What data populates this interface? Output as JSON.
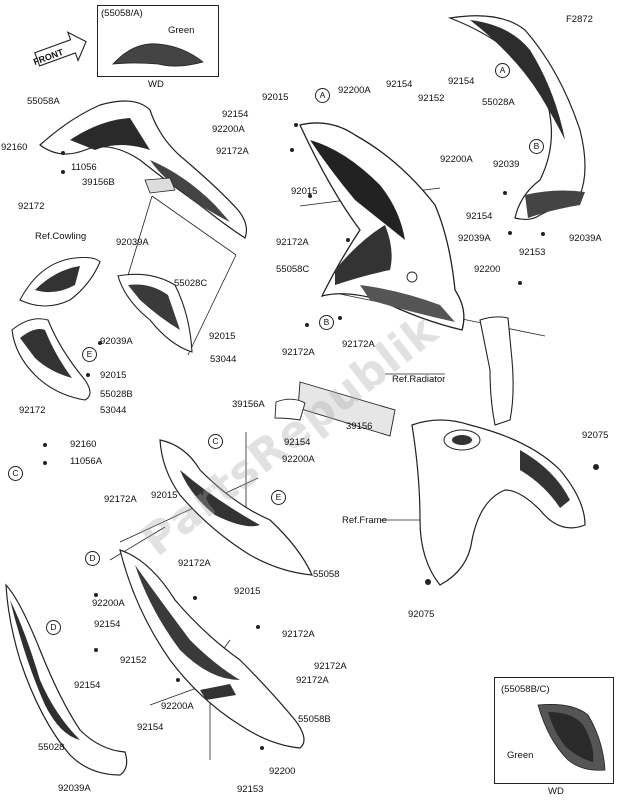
{
  "figure_code": "F2872",
  "front_label": "FRONT",
  "watermark": "PartsRepublik",
  "inset_top": {
    "title": "(55058/A)",
    "color_label": "Green",
    "code": "WD"
  },
  "inset_bottom": {
    "title": "(55058B/C)",
    "color_label": "Green",
    "code": "WD"
  },
  "refs": {
    "cowling": "Ref.Cowling",
    "radiator": "Ref.Radiator",
    "frame": "Ref.Frame"
  },
  "callouts": {
    "a": "A",
    "b": "B",
    "c": "C",
    "d": "D",
    "e": "E"
  },
  "parts": {
    "p55058a": "55058A",
    "p92160": "92160",
    "p11056": "11056",
    "p39156b": "39156B",
    "p92172": "92172",
    "p92154": "92154",
    "p92200a": "92200A",
    "p92015": "92015",
    "p92172a": "92172A",
    "p92152": "92152",
    "p55028a": "55028A",
    "p92039": "92039",
    "p92039a": "92039A",
    "p92153": "92153",
    "p92200": "92200",
    "p55028c": "55028C",
    "p53044": "53044",
    "p55028b": "55028B",
    "p11056a": "11056A",
    "p55058c": "55058C",
    "p39156a": "39156A",
    "p39156": "39156",
    "p92075": "92075",
    "p55058": "55058",
    "p55058b": "55058B",
    "p55028": "55028"
  }
}
